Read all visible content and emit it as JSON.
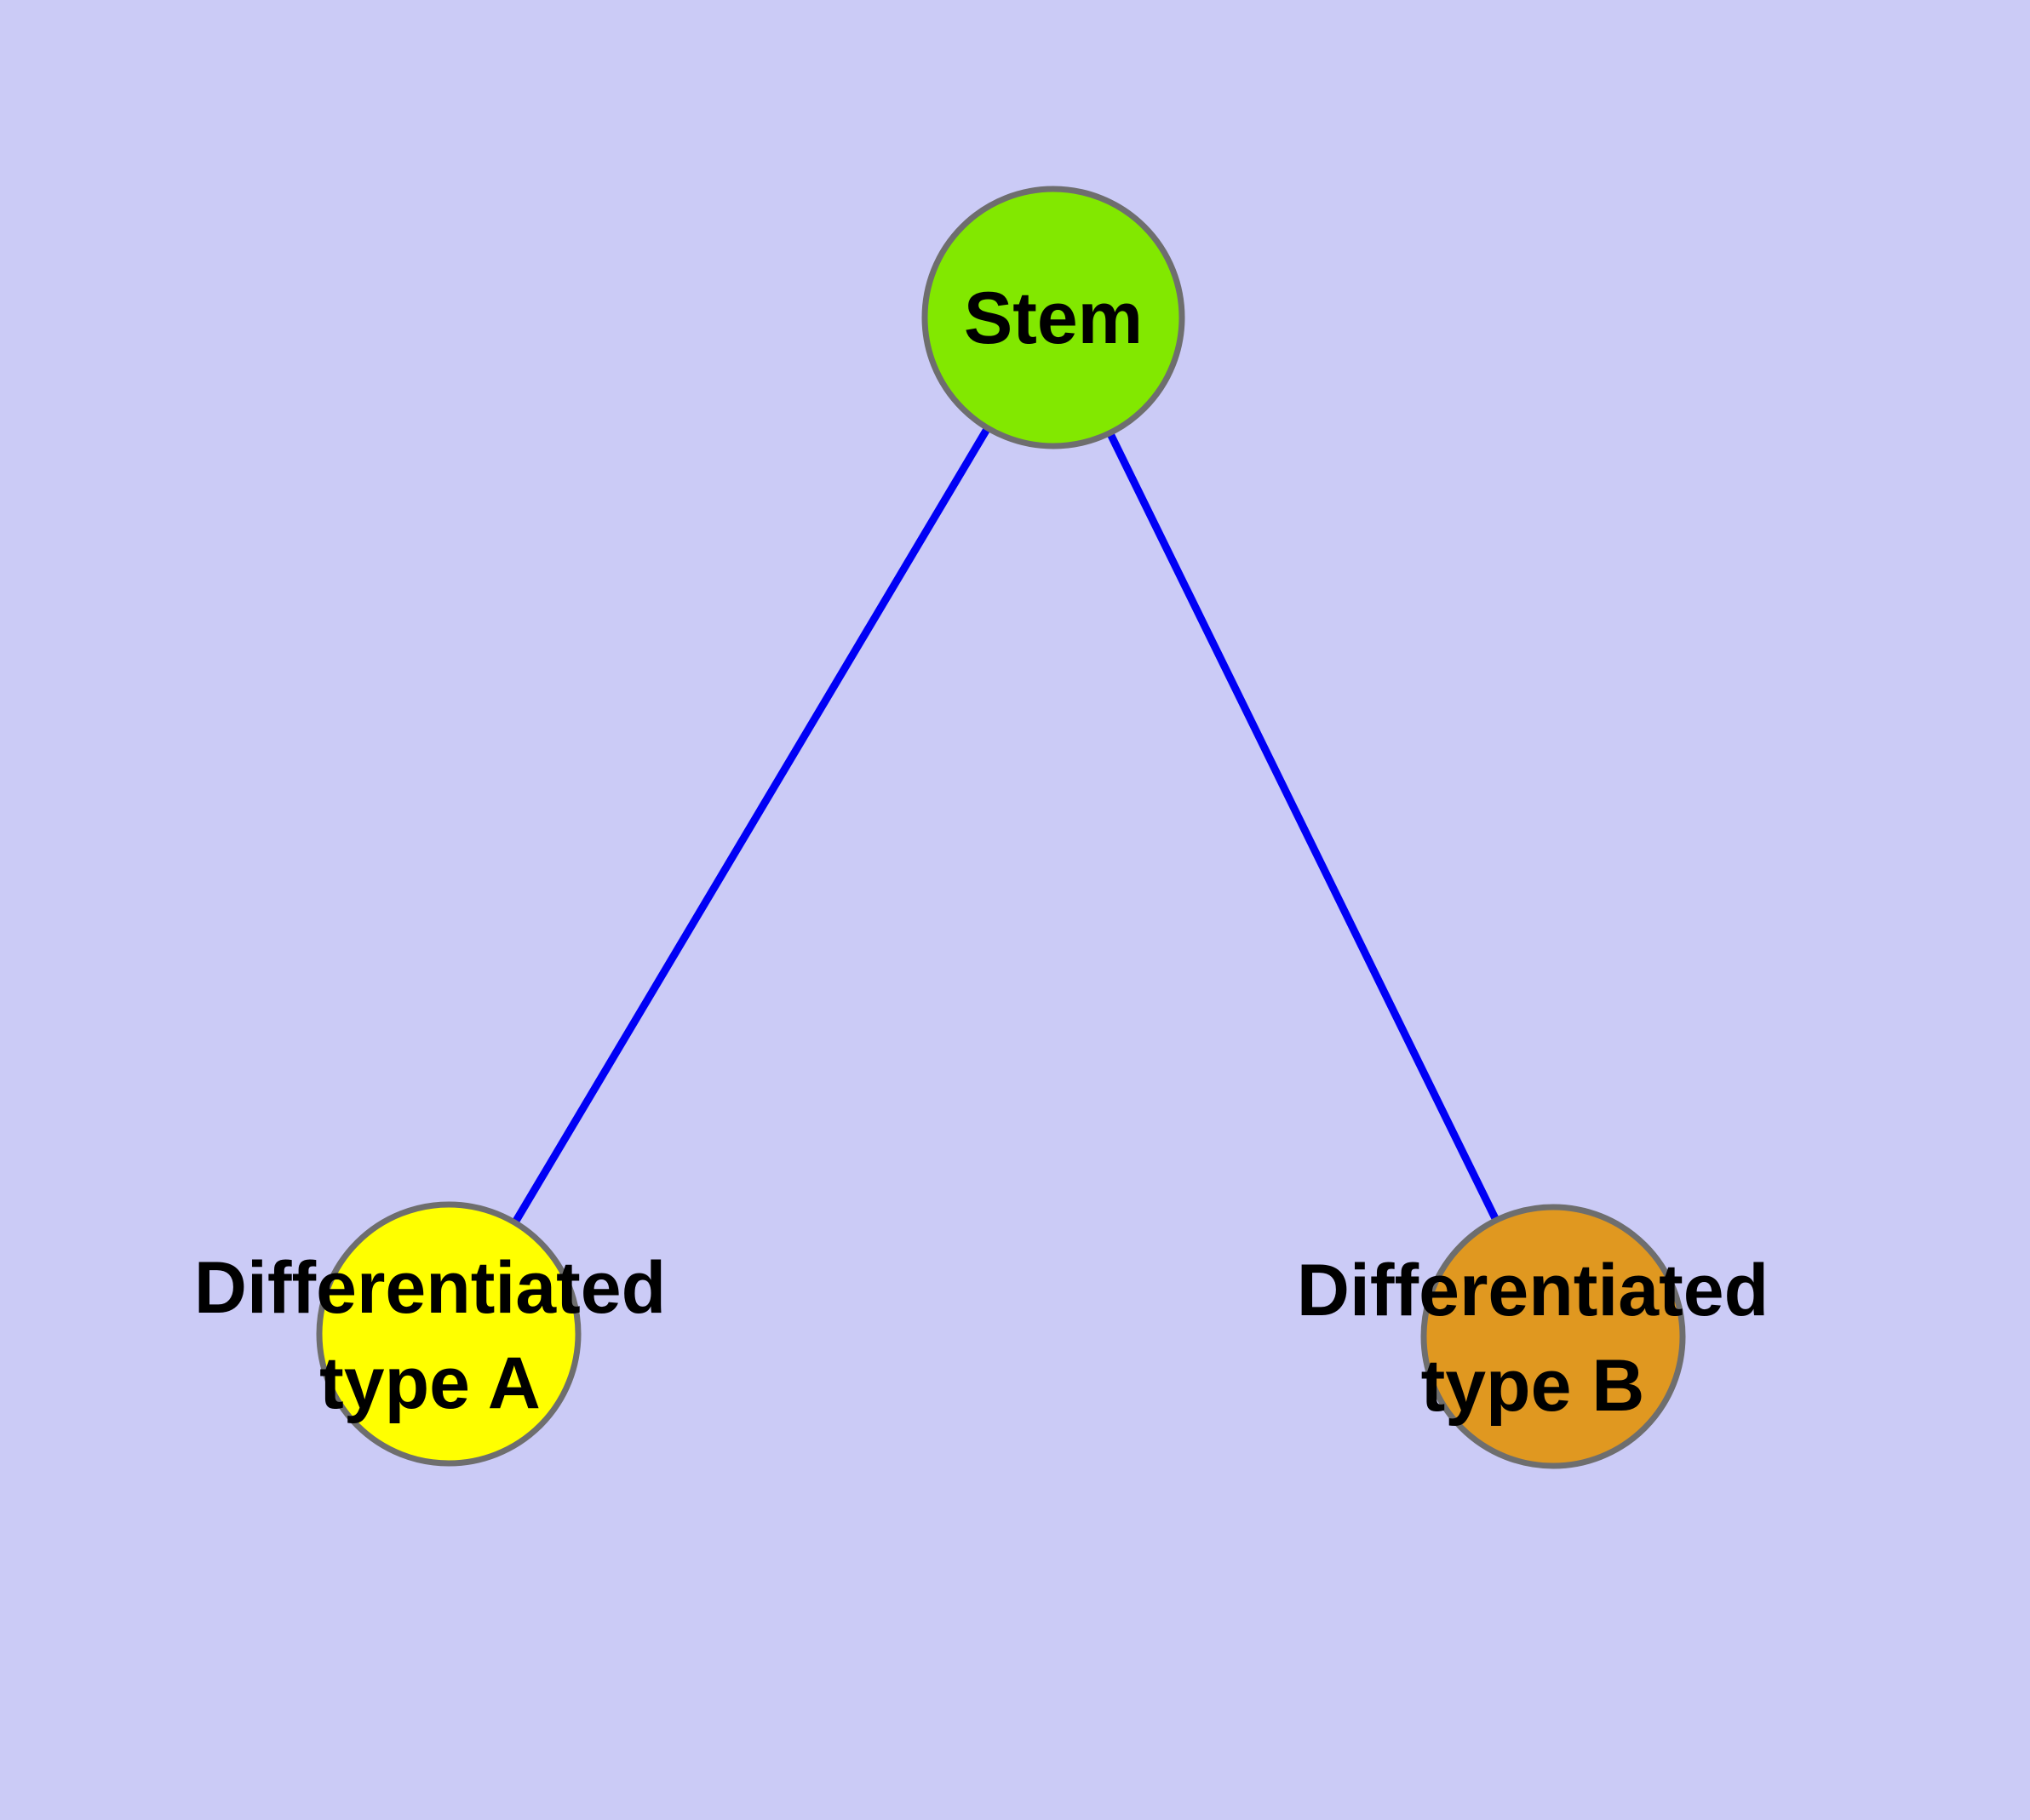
{
  "diagram": {
    "type": "node-link-graph",
    "background_color": "#CBCBF6",
    "edge_color": "#0000F5",
    "edge_width": "9",
    "node_border_color": "#6E6E6E",
    "label_color": "#000000",
    "nodes": [
      {
        "id": "stem",
        "label": "Stem",
        "fill": "#82E800"
      },
      {
        "id": "differentiated-type-a",
        "label_line1": "Differentiated",
        "label_line2": "type A",
        "fill": "#FFFF00"
      },
      {
        "id": "differentiated-type-b",
        "label_line1": "Differentiated",
        "label_line2": "type B",
        "fill": "#E09820"
      }
    ],
    "edges": [
      {
        "from": "Stem",
        "to": "Differentiated type A"
      },
      {
        "from": "Stem",
        "to": "Differentiated type B"
      }
    ]
  }
}
